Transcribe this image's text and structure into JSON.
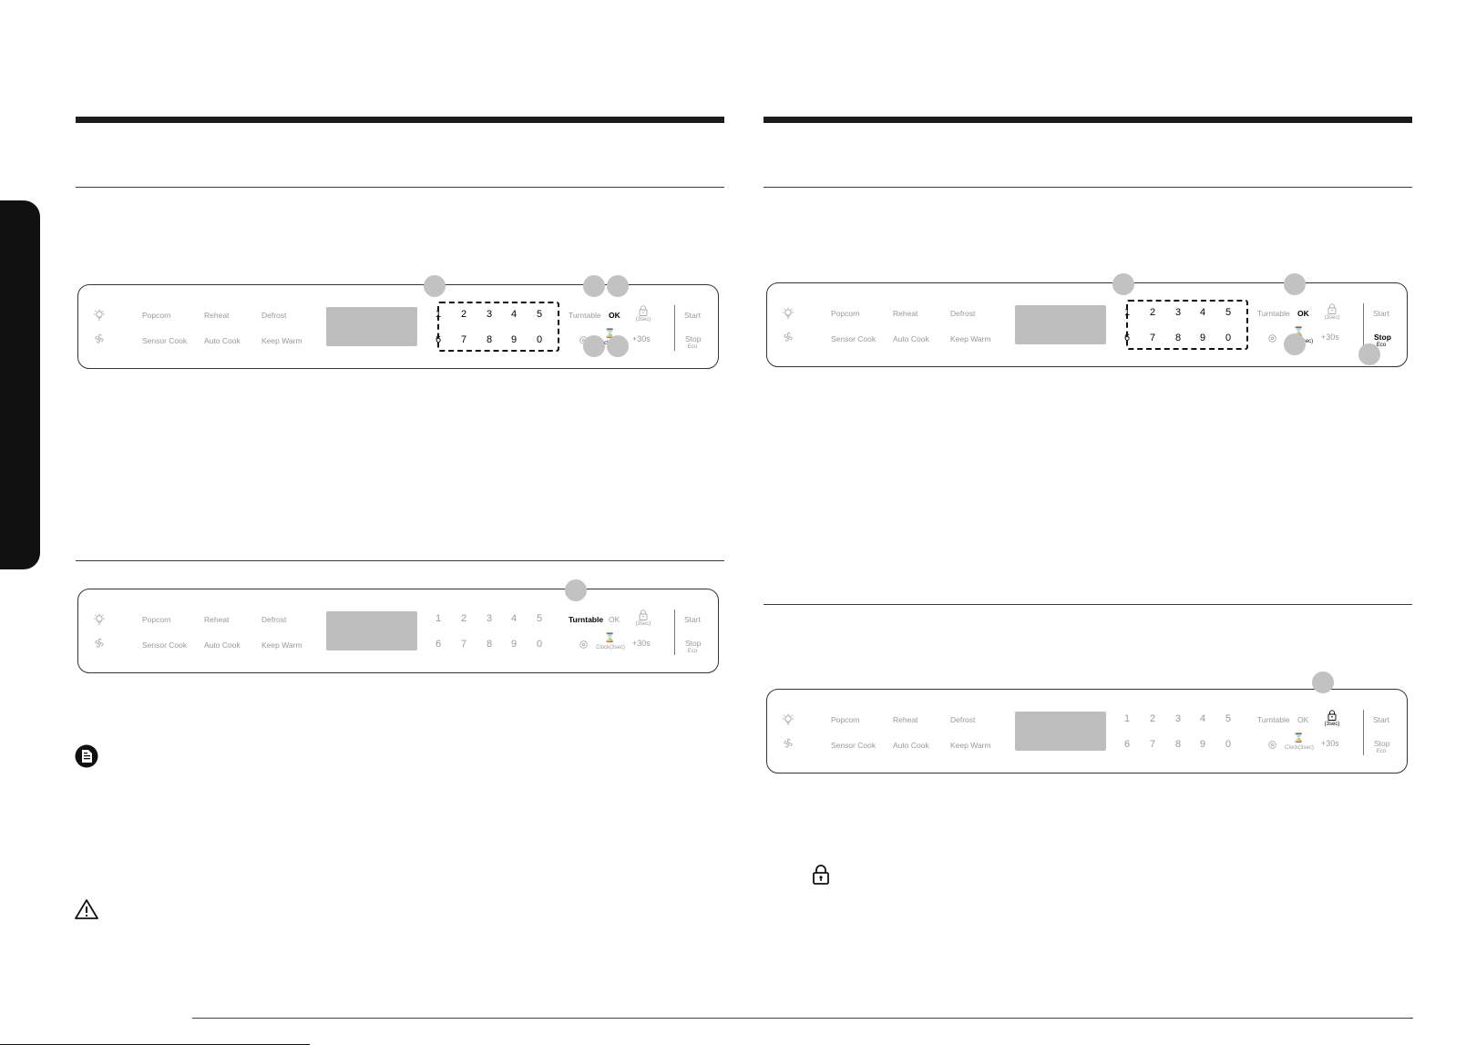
{
  "panel": {
    "row1": [
      "Popcorn",
      "Reheat",
      "Defrost"
    ],
    "row2": [
      "Sensor Cook",
      "Auto Cook",
      "Keep Warm"
    ],
    "numbers_row1": [
      "1",
      "2",
      "3",
      "4",
      "5"
    ],
    "numbers_row2": [
      "6",
      "7",
      "8",
      "9",
      "0"
    ],
    "turntable": "Turntable",
    "ok": "OK",
    "lock_sub": "(3sec)",
    "plus30": "+30s",
    "start": "Start",
    "stop": "Stop",
    "eco": "Eco"
  },
  "panels": [
    {
      "id": "a",
      "clock_label": "Clock(3sec)"
    },
    {
      "id": "b",
      "clock_label": "Cock(3sec)"
    },
    {
      "id": "c",
      "clock_label": "Clock(3sec)"
    },
    {
      "id": "d",
      "clock_label": "Clock(3sec)"
    }
  ]
}
